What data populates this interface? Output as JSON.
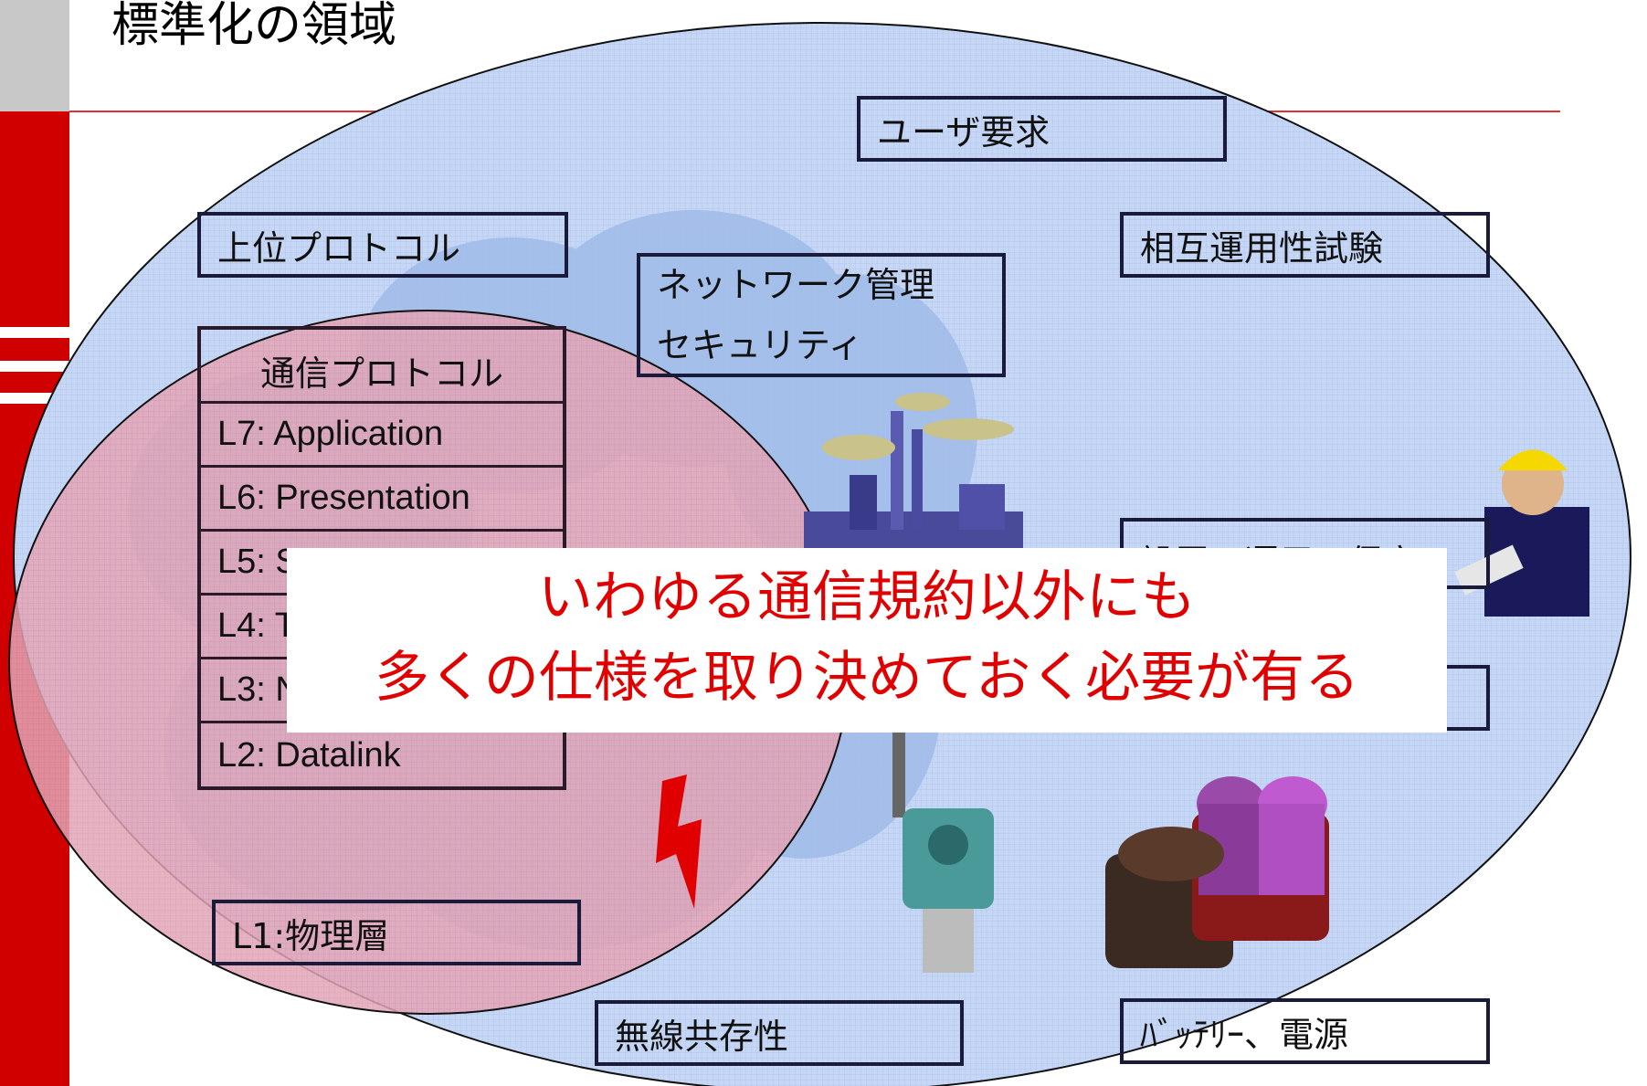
{
  "slide": {
    "title": "標準化の領域",
    "colors": {
      "accent": "#d00000",
      "outer_ellipse": "#c4d6f5",
      "inner_ellipse": "#e0a3b4",
      "callout_text": "#e00000"
    }
  },
  "boxes": {
    "user_requirements": "ユーザ要求",
    "upper_protocol": "上位プロトコル",
    "network_mgmt_line1": "ネットワーク管理",
    "network_mgmt_line2": "セキュリティ",
    "interop_test": "相互運用性試験",
    "install_ops_partial": "設置、運用、保守",
    "comm_protocol": "通信プロトコル",
    "physical_layer": "L1:物理層",
    "wireless_coexistence": "無線共存性",
    "battery_power": "ﾊﾞｯﾃﾘｰ、電源"
  },
  "layers": [
    "L7: Application",
    "L6: Presentation",
    "L5: S",
    "L4: T",
    "L3: N",
    "L2: Datalink"
  ],
  "callout": {
    "line1": "いわゆる通信規約以外にも",
    "line2": "多くの仕様を取り決めておく必要が有る"
  },
  "icons": [
    "factory-icon",
    "worker-icon",
    "transmitter-icon",
    "battery-icon",
    "lightning-icon",
    "cloud-icon"
  ]
}
